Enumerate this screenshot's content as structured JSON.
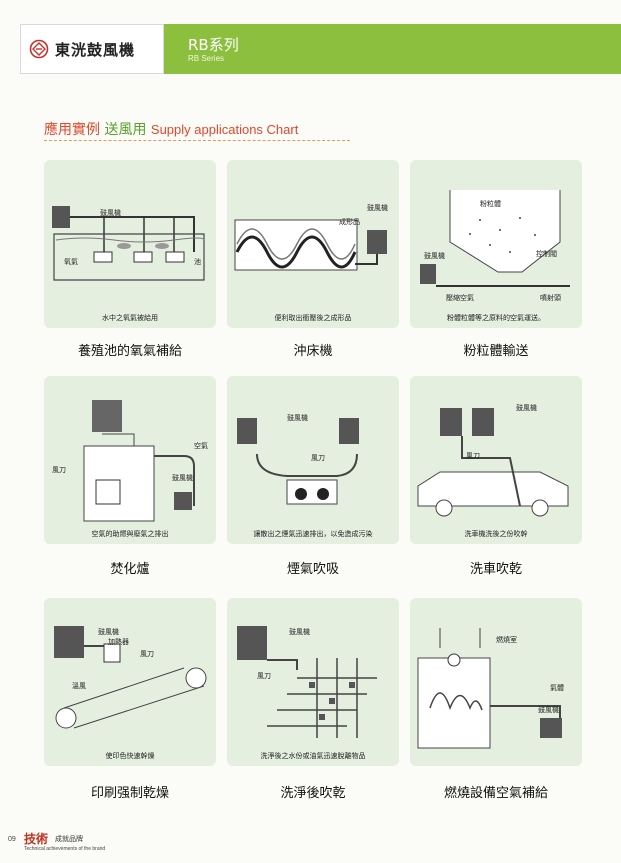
{
  "header": {
    "brand": "東洸鼓風機",
    "series_title": "RB系列",
    "series_subtitle": "RB Series",
    "accent_color": "#8dbf3e"
  },
  "section": {
    "title_red": "應用實例",
    "title_green": "送風用",
    "title_en": "Supply applications Chart"
  },
  "cards": [
    {
      "caption": "水中之氧氣被給用",
      "title": "養殖池的氧氣補給",
      "labels": {
        "blower": "鼓風機",
        "oxygen": "氧氣",
        "pond": "池"
      }
    },
    {
      "caption": "便利取出衝壓後之成形品",
      "title": "沖床機",
      "labels": {
        "blower": "鼓風機",
        "product": "成形品"
      }
    },
    {
      "caption": "粉體粒體等之原料的空氣運送。",
      "title": "粉粒體輸送",
      "labels": {
        "powder": "粉粒體",
        "blower": "鼓風機",
        "valve": "控制閥",
        "air": "壓縮空氣",
        "nozzle": "噴射頭"
      }
    },
    {
      "caption": "空氣的助燃與廢氣之排出",
      "title": "焚化爐",
      "labels": {
        "air": "空氣",
        "knife": "風刀",
        "blower": "鼓風機"
      }
    },
    {
      "caption": "讓散出之煙氣迅速排出，以免造成污染",
      "title": "煙氣吹吸",
      "labels": {
        "blower": "鼓風機",
        "knife": "風刀"
      }
    },
    {
      "caption": "洗車機洗後之份吹幹",
      "title": "洗車吹乾",
      "labels": {
        "blower": "鼓風機",
        "knife": "風刀"
      }
    },
    {
      "caption": "使印色快速幹燥",
      "title": "印刷强制乾燥",
      "labels": {
        "blower": "鼓風機",
        "heater": "加熱器",
        "knife": "風刀",
        "warm": "溫風"
      }
    },
    {
      "caption": "洗淨後之水份或油氣迅速脫離物品",
      "title": "洗淨後吹乾",
      "labels": {
        "blower": "鼓風機",
        "knife": "風刀"
      }
    },
    {
      "caption": "",
      "title": "燃燒設備空氣補給",
      "labels": {
        "chamber": "燃燒室",
        "gas": "氣體",
        "blower": "鼓風機"
      }
    }
  ],
  "footer": {
    "page": "09",
    "text1": "技術",
    "text2": "成就品牌",
    "text3": "Technical achievements of the brand"
  }
}
